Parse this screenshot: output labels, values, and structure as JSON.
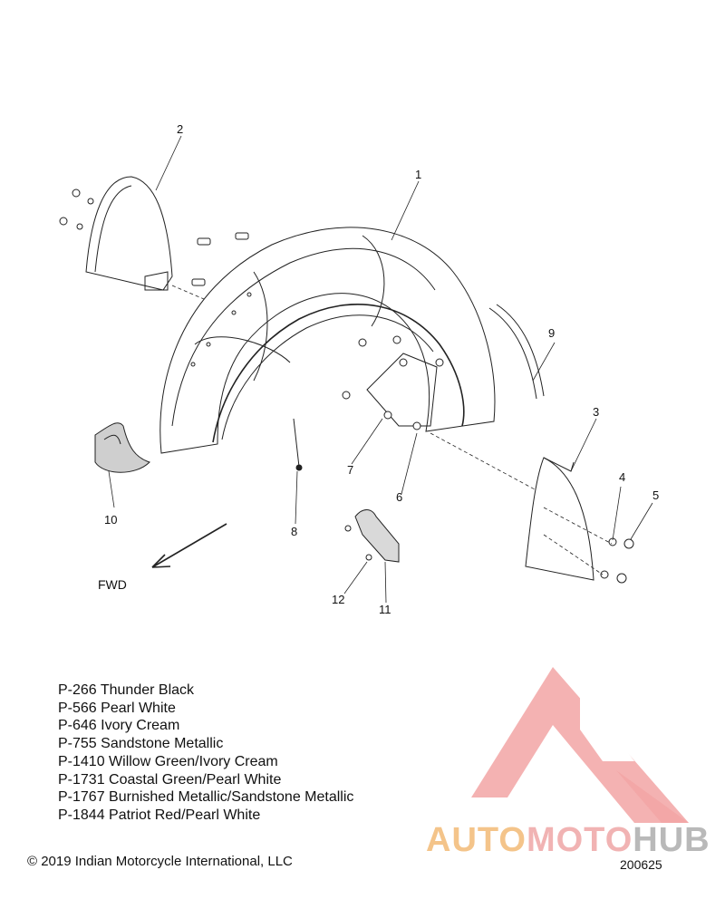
{
  "callouts": [
    "1",
    "2",
    "3",
    "4",
    "5",
    "6",
    "7",
    "8",
    "9",
    "10",
    "11",
    "12"
  ],
  "fwd_label": "FWD",
  "legend": [
    "P-266 Thunder Black",
    "P-566 Pearl White",
    "P-646 Ivory Cream",
    "P-755 Sandstone Metallic",
    "P-1410 Willow Green/Ivory Cream",
    "P-1731 Coastal Green/Pearl White",
    "P-1767 Burnished Metallic/Sandstone Metallic",
    "P-1844 Patriot Red/Pearl White"
  ],
  "copyright": "© 2019 Indian Motorcycle International, LLC",
  "diagram_id": "200625",
  "watermark": {
    "part1": "AUTO",
    "part2": "MOTO",
    "part3": "HUB",
    "colors": {
      "part1": "#f4c48a",
      "part2": "#f1b3b3",
      "part3": "#b9b9b9",
      "logo": "#f2a5a5"
    }
  }
}
